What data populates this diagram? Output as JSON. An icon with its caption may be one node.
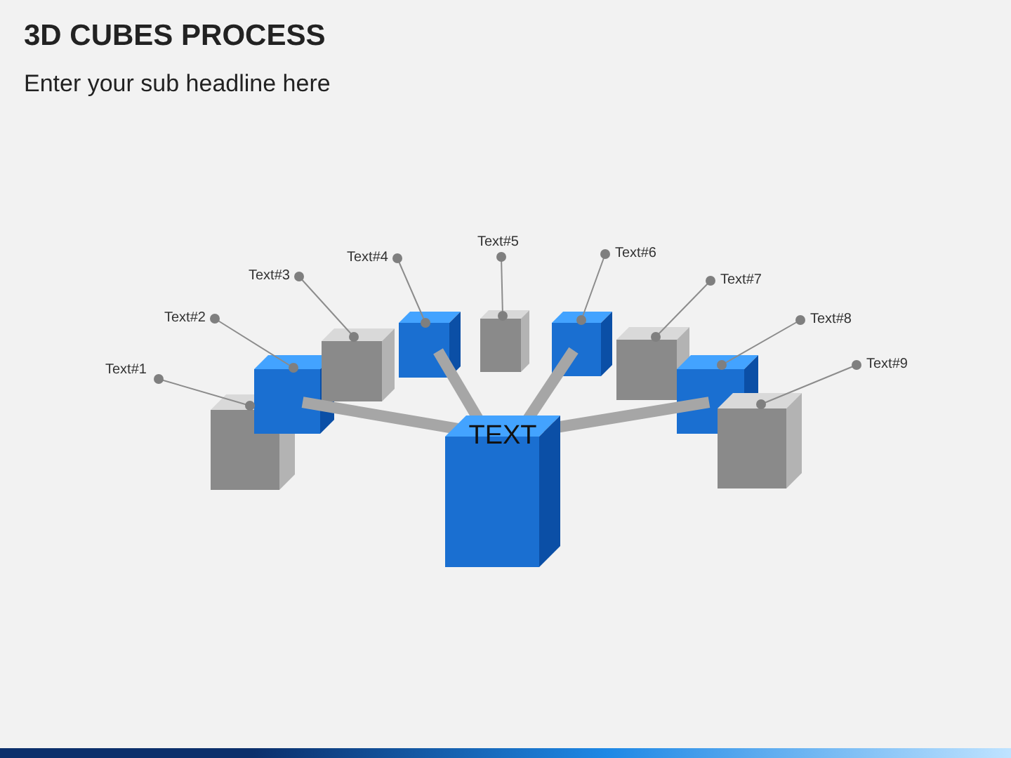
{
  "diagram": {
    "title": "3D CUBES PROCESS",
    "nodes": [
      {
        "text": [
          "Text#1"
        ]
      },
      {
        "text": [
          "Text#2"
        ]
      },
      {
        "text": [
          "Text#3"
        ]
      },
      {
        "text": [
          "Text#4"
        ]
      },
      {
        "text": [
          "Text#5"
        ]
      },
      {
        "text": [
          "Text#6"
        ]
      },
      {
        "text": [
          "Text#7"
        ]
      },
      {
        "text": [
          "Text#8"
        ]
      },
      {
        "text": [
          "Text#9"
        ]
      },
      {
        "text": [],
        "shape": "box"
      },
      {
        "text": [],
        "shape": "box"
      },
      {
        "text": [],
        "shape": "box"
      },
      {
        "text": [],
        "shape": "box"
      },
      {
        "text": [],
        "shape": "box"
      },
      {
        "text": [],
        "shape": "box"
      },
      {
        "text": [],
        "shape": "box"
      },
      {
        "text": [],
        "shape": "box"
      },
      {
        "text": [],
        "shape": "box"
      },
      {
        "text": [
          "TEXT"
        ]
      }
    ],
    "edges": [
      {
        "from": 0,
        "to": 9,
        "arrow": "other"
      },
      {
        "from": 1,
        "to": 10,
        "arrow": "other"
      },
      {
        "from": 2,
        "to": 11,
        "arrow": "other"
      },
      {
        "from": 3,
        "to": 12,
        "arrow": "other"
      },
      {
        "from": 4,
        "to": 13,
        "arrow": "other"
      },
      {
        "from": 5,
        "to": 14,
        "arrow": "other"
      },
      {
        "from": 6,
        "to": 15,
        "arrow": "other"
      },
      {
        "from": 7,
        "to": 16,
        "arrow": "other"
      },
      {
        "from": 8,
        "to": 17,
        "arrow": "other"
      },
      {
        "from": 18,
        "to": 10,
        "arrow": "none",
        "style": "thick",
        "color": "#a6a6a6"
      },
      {
        "from": 18,
        "to": 12,
        "arrow": "none",
        "style": "thick",
        "color": "#a6a6a6"
      },
      {
        "from": 18,
        "to": 14,
        "arrow": "none",
        "style": "thick",
        "color": "#a6a6a6"
      },
      {
        "from": 18,
        "to": 16,
        "arrow": "none",
        "style": "thick",
        "color": "#a6a6a6"
      }
    ],
    "labels": [
      "Enter your sub headline here"
    ]
  }
}
